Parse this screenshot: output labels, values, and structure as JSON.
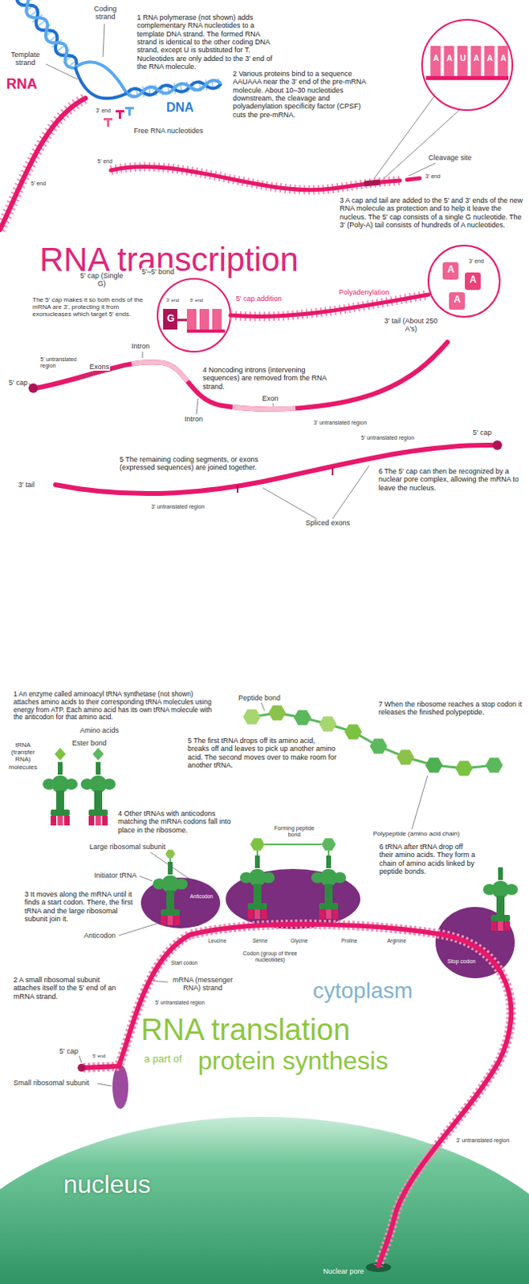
{
  "diagram": {
    "labels": [
      "Coding strand",
      "Template strand",
      "RNA",
      "DNA",
      "3' end",
      "5' end",
      "Free RNA nucleotides",
      "1 RNA polymerase (not shown) adds complementary RNA nucleotides to a template DNA strand. The formed RNA strand is identical to the other coding DNA strand, except U is substituted for T. Nucleotides are only added to the 3' end of the RNA molecule.",
      "2 Various proteins bind to a sequence AAUAAA near the 3' end of the pre-mRNA molecule. About 10–30 nucleotides downstream, the cleavage and polyadenylation specificity factor (CPSF) cuts the pre-mRNA.",
      "A",
      "A",
      "U",
      "A",
      "A",
      "A",
      "Cleavage site",
      "5' end",
      "3' end",
      "3 A cap and tail are added to the 5' and 3' ends of the new RNA molecule as protection and to help it leave the nucleus. The 5' cap consists of a single G nucleotide. The 3' (Poly-A) tail consists of hundreds of A nucleotides.",
      "RNA transcription",
      "A",
      "A",
      "A",
      "3' end",
      "Polyadenylation",
      "3' tail (About 250 A's)",
      "5' cap (Single G)",
      "5'–5' bond",
      "3' end",
      "5' end",
      "G",
      "5' cap addition",
      "The 5' cap makes it so both ends of the mRNA are 3', protecting it from exonucleases which target 5' ends.",
      "Intron",
      "Exons",
      "5' untranslated region",
      "5' cap",
      "4 Noncoding introns (intervening sequences) are removed from the RNA strand.",
      "Exon",
      "Intron",
      "3' untranslated region",
      "5 The remaining coding segments, or exons (expressed sequences) are joined together.",
      "5' untranslated region",
      "5' cap",
      "3' tail",
      "3' untranslated region",
      "Spliced exons",
      "6 The 5' cap can then be recognized by a nuclear pore complex, allowing the mRNA to leave the nucleus.",
      "1 An enzyme called aminoacyl tRNA synthetase (not shown) attaches amino acids to their corresponding tRNA molecules using energy from ATP. Each amino acid has its own tRNA molecule with the anticodon for that amino acid.",
      "Amino acids",
      "Ester bond",
      "tRNA (transfer RNA) molecules",
      "Peptide bond",
      "5 The first tRNA drops off its amino acid, breaks off and leaves to pick up another amino acid. The second moves over to make room for another tRNA.",
      "7 When the ribosome reaches a stop codon it releases the finished polypeptide.",
      "4 Other tRNAs with anticodons matching the mRNA codons fall into place in the ribosome.",
      "Forming peptide bond",
      "Polypeptide (amino acid chain)",
      "6 tRNA after tRNA drop off their amino acids. They form a chain of amino acids linked by peptide bonds.",
      "Large ribosomal subunit",
      "Initiator tRNA",
      "3 It moves along the mRNA until it finds a start codon. There, the first tRNA and the large ribosomal subunit join it.",
      "Anticodon",
      "Anticodon",
      "Start codon",
      "Leucine",
      "Serine",
      "Glycine",
      "Proline",
      "Arginine",
      "Codon (group of three nucleotides)",
      "2 A small ribosomal subunit attaches itself to the 5' end of an mRNA strand.",
      "mRNA (messenger RNA) strand",
      "5' untranslated region",
      "5' cap",
      "5' end",
      "Small ribosomal subunit",
      "Stop codon",
      "cytoplasm",
      "RNA translation",
      "a part of",
      "protein synthesis",
      "nucleus",
      "3' untranslated region",
      "Nuclear pore"
    ]
  }
}
